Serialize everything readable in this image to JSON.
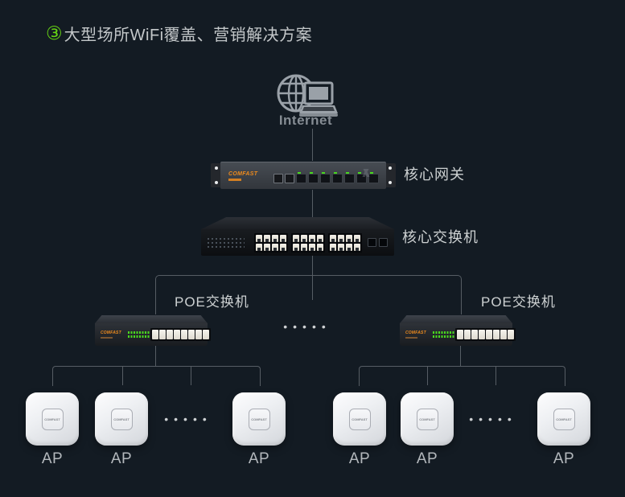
{
  "colors": {
    "background": "#131b23",
    "accent_green": "#66d413",
    "brand_orange": "#ef8b1c",
    "connector_line": "#565d64",
    "label_text": "#cdd1d2"
  },
  "title": {
    "badge": "③",
    "text": "大型场所WiFi覆盖、营销解决方案"
  },
  "internet": {
    "label": "Internet",
    "icon": "globe-laptop-icon"
  },
  "brand": "COMFAST",
  "devices": {
    "gateway": {
      "label": "核心网关"
    },
    "core_switch": {
      "label": "核心交换机"
    },
    "poe_left": {
      "label": "POE交换机"
    },
    "poe_right": {
      "label": "POE交换机"
    }
  },
  "ellipsis": {
    "middle": "•••••",
    "left_group": "•••••",
    "right_group": "•••••"
  },
  "aps": [
    {
      "label": "AP"
    },
    {
      "label": "AP"
    },
    {
      "label": "AP"
    },
    {
      "label": "AP"
    },
    {
      "label": "AP"
    },
    {
      "label": "AP"
    }
  ]
}
